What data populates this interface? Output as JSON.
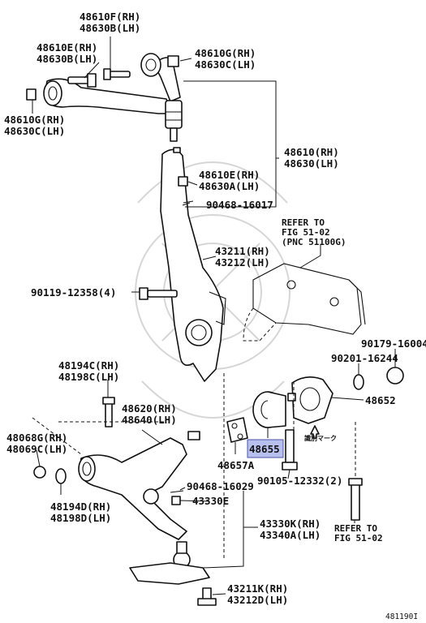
{
  "labels": {
    "l1": "48610F(RH)",
    "l2": "48630B(LH)",
    "l3": "48610E(RH)",
    "l4": "48630B(LH)",
    "l5": "48610G(RH)",
    "l6": "48630C(LH)",
    "l7": "48610G(RH)",
    "l8": "48630C(LH)",
    "l9": "48610(RH)",
    "l10": "48630(LH)",
    "l11": "48610E(RH)",
    "l12": "48630A(LH)",
    "l13": "90468-16017",
    "l14": "REFER TO",
    "l15": "FIG 51-02",
    "l16": "(PNC 51100G)",
    "l17": "43211(RH)",
    "l18": "43212(LH)",
    "l19": "90119-12358(4)",
    "l20": "90179-16004",
    "l21": "90201-16244",
    "l22": "48652",
    "l23": "48194C(RH)",
    "l24": "48198C(LH)",
    "l25": "48620(RH)",
    "l26": "48640(LH)",
    "l27": "識別マーク",
    "l28": "48068G(RH)",
    "l29": "48069C(LH)",
    "l30": "48655",
    "l31": "48657A",
    "l32": "90105-12332(2)",
    "l33": "48194D(RH)",
    "l34": "48198D(LH)",
    "l35": "90468-16029",
    "l36": "43330E",
    "l37": "43330K(RH)",
    "l38": "43340A(LH)",
    "l39": "REFER TO",
    "l40": "FIG 51-02",
    "l41": "43211K(RH)",
    "l42": "43212D(LH)",
    "l43": "481190I"
  },
  "highlight": {
    "fill": "#b8c0f0",
    "border": "#4b55a8"
  }
}
